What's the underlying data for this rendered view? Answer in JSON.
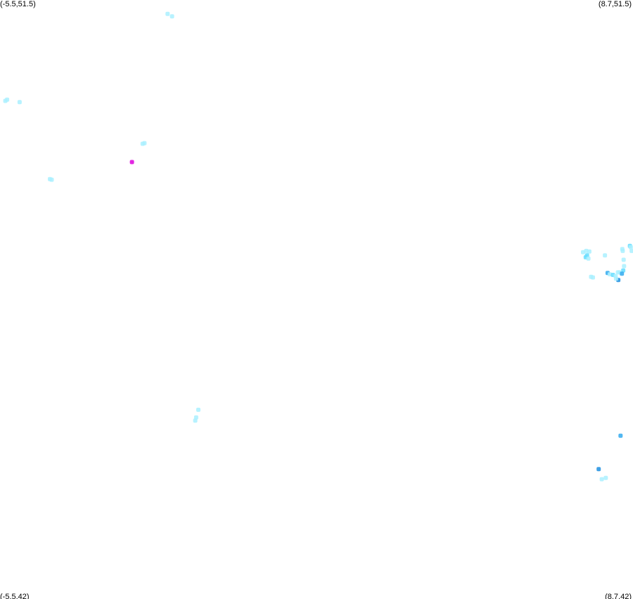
{
  "corners": {
    "top_left": "(-5.5,51.5)",
    "top_right": "(8.7,51.5)",
    "bottom_left": "(-5.5,42)",
    "bottom_right": "(8.7,42)"
  },
  "colors": {
    "background": "#ffffff",
    "light_cyan": "#aaf0ff",
    "cyan": "#66ddff",
    "sky_blue": "#33aaee",
    "blue": "#1f8fe0",
    "magenta": "#dd00dd"
  },
  "chart_data": {
    "type": "scatter",
    "xlim": [
      -5.5,
      8.7
    ],
    "ylim": [
      42,
      51.5
    ],
    "x_meaning": "longitude",
    "y_meaning": "latitude",
    "points": [
      {
        "lon": -1.74,
        "lat": 51.28,
        "color": "light_cyan"
      },
      {
        "lon": -1.64,
        "lat": 51.24,
        "color": "light_cyan"
      },
      {
        "lon": -5.34,
        "lat": 49.92,
        "color": "light_cyan"
      },
      {
        "lon": -5.38,
        "lat": 49.9,
        "color": "light_cyan"
      },
      {
        "lon": -5.06,
        "lat": 49.88,
        "color": "light_cyan"
      },
      {
        "lon": -2.3,
        "lat": 49.22,
        "color": "light_cyan"
      },
      {
        "lon": -2.26,
        "lat": 49.23,
        "color": "light_cyan"
      },
      {
        "lon": -2.54,
        "lat": 48.93,
        "color": "magenta"
      },
      {
        "lon": -4.38,
        "lat": 48.66,
        "color": "light_cyan"
      },
      {
        "lon": -4.34,
        "lat": 48.65,
        "color": "light_cyan"
      },
      {
        "lon": 7.58,
        "lat": 47.5,
        "color": "light_cyan"
      },
      {
        "lon": 7.65,
        "lat": 47.52,
        "color": "light_cyan"
      },
      {
        "lon": 7.72,
        "lat": 47.51,
        "color": "light_cyan"
      },
      {
        "lon": 7.67,
        "lat": 47.45,
        "color": "cyan"
      },
      {
        "lon": 7.64,
        "lat": 47.42,
        "color": "cyan"
      },
      {
        "lon": 7.7,
        "lat": 47.4,
        "color": "light_cyan"
      },
      {
        "lon": 8.07,
        "lat": 47.45,
        "color": "light_cyan"
      },
      {
        "lon": 8.46,
        "lat": 47.55,
        "color": "light_cyan"
      },
      {
        "lon": 8.47,
        "lat": 47.52,
        "color": "light_cyan"
      },
      {
        "lon": 8.63,
        "lat": 47.6,
        "color": "cyan"
      },
      {
        "lon": 8.65,
        "lat": 47.58,
        "color": "light_cyan"
      },
      {
        "lon": 8.67,
        "lat": 47.52,
        "color": "light_cyan"
      },
      {
        "lon": 8.49,
        "lat": 47.38,
        "color": "light_cyan"
      },
      {
        "lon": 8.5,
        "lat": 47.28,
        "color": "light_cyan"
      },
      {
        "lon": 8.48,
        "lat": 47.21,
        "color": "cyan"
      },
      {
        "lon": 8.4,
        "lat": 47.18,
        "color": "light_cyan"
      },
      {
        "lon": 8.45,
        "lat": 47.16,
        "color": "sky_blue"
      },
      {
        "lon": 8.13,
        "lat": 47.17,
        "color": "sky_blue"
      },
      {
        "lon": 8.18,
        "lat": 47.15,
        "color": "light_cyan"
      },
      {
        "lon": 8.25,
        "lat": 47.14,
        "color": "cyan"
      },
      {
        "lon": 8.31,
        "lat": 47.12,
        "color": "light_cyan"
      },
      {
        "lon": 8.36,
        "lat": 47.18,
        "color": "light_cyan"
      },
      {
        "lon": 8.37,
        "lat": 47.06,
        "color": "blue"
      },
      {
        "lon": 8.32,
        "lat": 47.08,
        "color": "light_cyan"
      },
      {
        "lon": 7.76,
        "lat": 47.11,
        "color": "light_cyan"
      },
      {
        "lon": 7.8,
        "lat": 47.1,
        "color": "light_cyan"
      },
      {
        "lon": -1.05,
        "lat": 45.0,
        "color": "light_cyan"
      },
      {
        "lon": -1.1,
        "lat": 44.88,
        "color": "light_cyan"
      },
      {
        "lon": -1.12,
        "lat": 44.83,
        "color": "light_cyan"
      },
      {
        "lon": 8.42,
        "lat": 44.59,
        "color": "sky_blue"
      },
      {
        "lon": 7.93,
        "lat": 44.06,
        "color": "blue"
      },
      {
        "lon": 8.0,
        "lat": 43.9,
        "color": "light_cyan"
      },
      {
        "lon": 8.09,
        "lat": 43.92,
        "color": "light_cyan"
      }
    ]
  }
}
